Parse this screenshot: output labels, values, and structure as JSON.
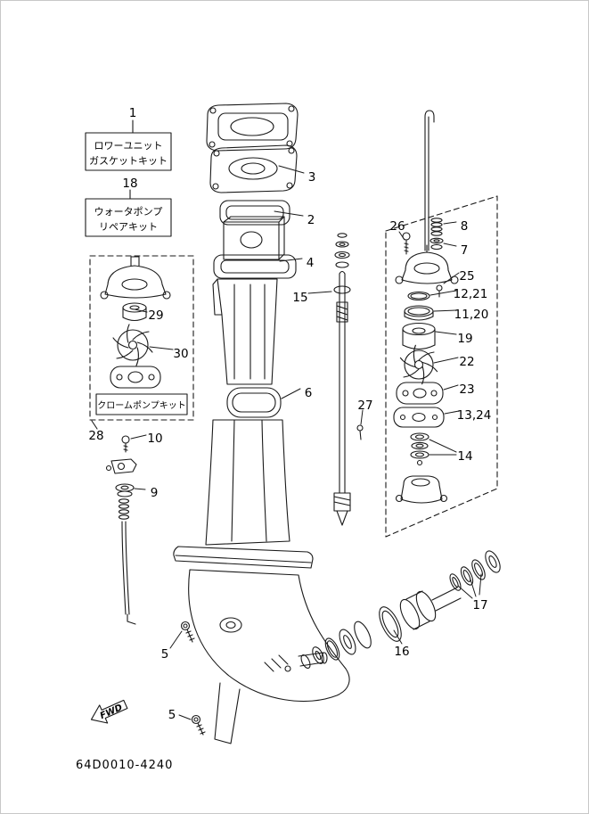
{
  "diagram": {
    "code": "64D0010-4240",
    "fwd_label": "FWD"
  },
  "kit_boxes": {
    "gasket_kit": {
      "callout": "1",
      "line1": "ロワーユニット",
      "line2": "ガスケットキット"
    },
    "repair_kit": {
      "callout": "18",
      "line1": "ウォータポンプ",
      "line2": "リペアキット"
    },
    "chrome_pump_kit": {
      "callout": "28",
      "label": "クロームポンプキット"
    }
  },
  "callouts": [
    {
      "part": "3"
    },
    {
      "part": "2"
    },
    {
      "part": "26"
    },
    {
      "part": "8"
    },
    {
      "part": "7"
    },
    {
      "part": "4"
    },
    {
      "part": "25"
    },
    {
      "part": "12,21"
    },
    {
      "part": "15"
    },
    {
      "part": "11,20"
    },
    {
      "part": "29"
    },
    {
      "part": "19"
    },
    {
      "part": "30"
    },
    {
      "part": "22"
    },
    {
      "part": "23"
    },
    {
      "part": "6"
    },
    {
      "part": "27"
    },
    {
      "part": "13,24"
    },
    {
      "part": "10"
    },
    {
      "part": "14"
    },
    {
      "part": "9"
    },
    {
      "part": "17"
    },
    {
      "part": "16"
    },
    {
      "part": "5"
    },
    {
      "part": "5"
    }
  ]
}
